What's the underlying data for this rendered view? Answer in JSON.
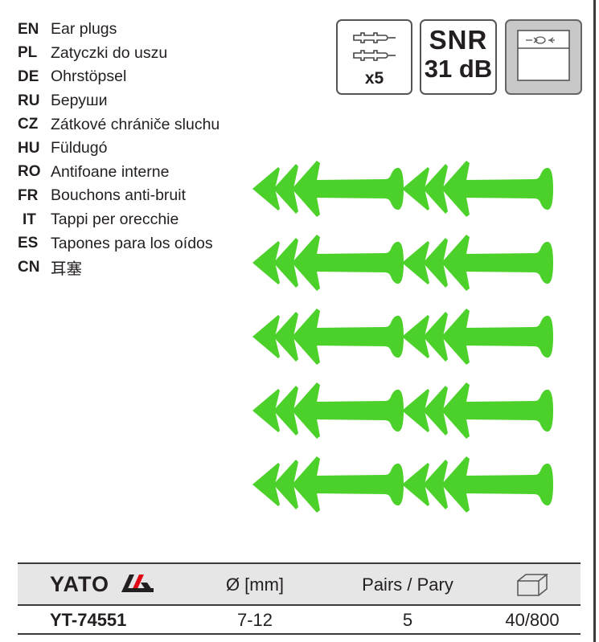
{
  "languages": [
    {
      "code": "EN",
      "name": "Ear plugs"
    },
    {
      "code": "PL",
      "name": "Zatyczki do uszu"
    },
    {
      "code": "DE",
      "name": "Ohrstöpsel"
    },
    {
      "code": "RU",
      "name": "Беруши"
    },
    {
      "code": "CZ",
      "name": "Zátkové chrániče sluchu"
    },
    {
      "code": "HU",
      "name": "Füldugó"
    },
    {
      "code": "RO",
      "name": "Antifoane interne"
    },
    {
      "code": "FR",
      "name": "Bouchons anti-bruit"
    },
    {
      "code": "IT",
      "name": "Tappi per orecchie"
    },
    {
      "code": "ES",
      "name": "Tapones para los oídos"
    },
    {
      "code": "CN",
      "name": "耳塞"
    }
  ],
  "badges": {
    "pack": {
      "count": "x5",
      "icon": "earplug-pair-icon"
    },
    "snr": {
      "line1": "SNR",
      "line2": "31 dB"
    },
    "case": {
      "icon": "storage-case-icon"
    }
  },
  "product_color": "#4cd12b",
  "table": {
    "brand": "YATO",
    "headers": {
      "diameter": "Ø [mm]",
      "pairs": "Pairs / Pary",
      "package_icon": "box-icon"
    },
    "row": {
      "code": "YT-74551",
      "diameter": "7-12",
      "pairs": "5",
      "package": "40/800"
    }
  }
}
